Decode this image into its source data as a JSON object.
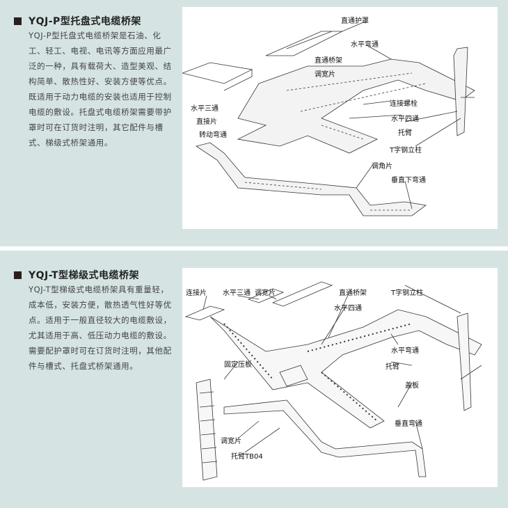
{
  "section_p": {
    "title": "YQJ-P型托盘式电缆桥架",
    "description": "YQJ-P型托盘式电缆桥架是石油、化工、轻工、电视、电讯等方面应用最广泛的一种，具有载荷大、造型美观、结构简单、散热性好、安装方便等优点。既适用于动力电缆的安装也适用于控制电缆的敷设。托盘式电缆桥架需要带护罩时可在订货时注明，其它配件与槽式、梯级式桥架通用。",
    "labels": {
      "cover": "直通护罩",
      "horizontal_bend": "水平弯通",
      "straight_tray": "直通桥架",
      "adjust_piece": "调宽片",
      "horizontal_tee": "水平三通",
      "connector": "直接片",
      "rotating_bend": "转动弯通",
      "connecting_bolt": "连接螺栓",
      "horizontal_cross": "水平四通",
      "bracket": "托臂",
      "t_column": "T字钢立柱",
      "angle_piece": "调角片",
      "vertical_down_bend": "垂直下弯通"
    }
  },
  "section_t": {
    "title": "YQJ-T型梯级式电缆桥架",
    "description": "YQJ-T型梯级式电缆桥架具有重量轻，成本低，安装方便，散热透气性好等优点。适用于一般直径较大的电缆敷设，尤其适用于高、低压动力电缆的敷设。需要配护罩时可在订货时注明，其他配件与槽式、托盘式桥架通用。",
    "labels": {
      "connector": "连接片",
      "horizontal_tee": "水平三通",
      "adjust_piece": "调宽片",
      "straight_tray": "直通桥架",
      "t_column": "T字钢立柱",
      "horizontal_cross": "水平四通",
      "horizontal_bend": "水平弯通",
      "bracket": "托臂",
      "fixing_plate": "固定压板",
      "cover": "盖板",
      "adjust_piece_2": "调宽片",
      "vertical_bend": "垂直弯通",
      "bracket_tb04": "托臂TB04"
    }
  }
}
